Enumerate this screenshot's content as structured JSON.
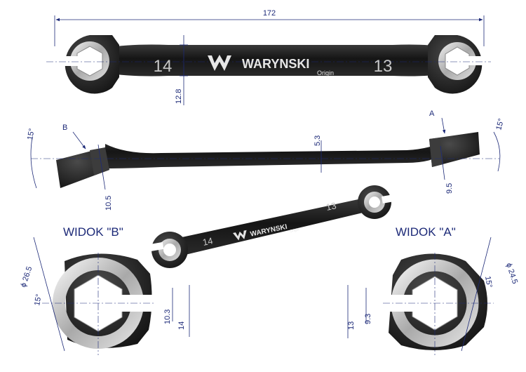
{
  "top_view": {
    "overall_length": "172",
    "handle_thickness": "12.8",
    "left_size": "14",
    "right_size": "13"
  },
  "brand": {
    "name": "WARYNSKI",
    "sub": "Origin"
  },
  "side_view": {
    "marker_b": "B",
    "marker_a": "A",
    "angle_left": "15°",
    "angle_right": "15°",
    "shank_thickness": "5.3",
    "left_head_thickness": "10.5",
    "right_head_thickness": "9.5"
  },
  "perspective_view": {
    "left_size": "14",
    "right_size": "13"
  },
  "view_b": {
    "title": "WIDOK \"B\"",
    "diameter": "ϕ 26.5",
    "angle": "15°",
    "slot_width": "10.3",
    "across_flats": "14"
  },
  "view_a": {
    "title": "WIDOK \"A\"",
    "diameter": "ϕ 24.5",
    "angle": "15°",
    "slot_width": "9.3",
    "across_flats": "13"
  },
  "colors": {
    "dimension": "#1d2a78",
    "body": "#1c1c1c",
    "chrome": "#cfcfcf"
  }
}
